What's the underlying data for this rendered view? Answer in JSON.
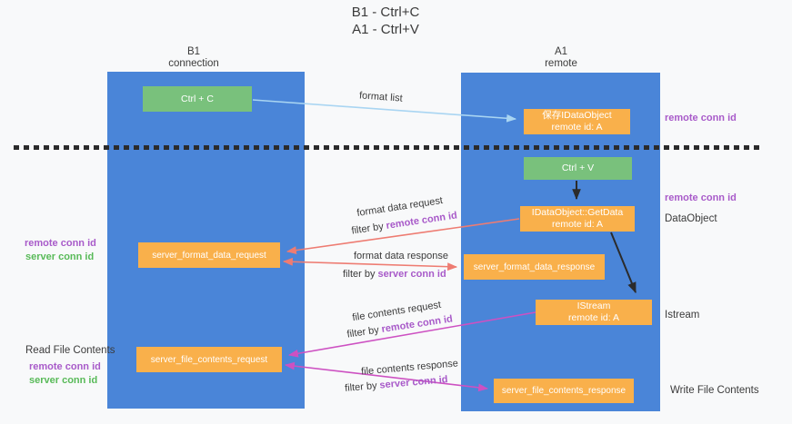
{
  "title": {
    "line1": "B1 - Ctrl+C",
    "line2": "A1 - Ctrl+V"
  },
  "columns": {
    "left": {
      "name": "B1",
      "subtitle": "connection"
    },
    "right": {
      "name": "A1",
      "subtitle": "remote"
    }
  },
  "nodes": {
    "ctrl_c": {
      "label": "Ctrl + C"
    },
    "ctrl_v": {
      "label": "Ctrl + V"
    },
    "save_idataobject": {
      "line1": "保存IDataObject",
      "line2": "remote id: A"
    },
    "getdata": {
      "line1": "IDataObject::GetData",
      "line2": "remote id: A"
    },
    "istream": {
      "line1": "IStream",
      "line2": "remote id: A"
    },
    "server_format_data_request": {
      "label": "server_format_data_request"
    },
    "server_format_data_response": {
      "label": "server_format_data_response"
    },
    "server_file_contents_request": {
      "label": "server_file_contents_request"
    },
    "server_file_contents_response": {
      "label": "server_file_contents_response"
    }
  },
  "arrow_labels": {
    "format_list": "format list",
    "format_data_request": "format data request",
    "format_data_response": "format data response",
    "file_contents_request": "file contents request",
    "file_contents_response": "file contents response",
    "filter_by": "filter by",
    "remote_conn_id": "remote conn id",
    "server_conn_id": "server conn id"
  },
  "annotations": {
    "remote_conn_id": "remote conn id",
    "server_conn_id": "server conn id",
    "read_file_contents": "Read File Contents",
    "write_file_contents": "Write File Contents",
    "dataobject": "DataObject",
    "istream": "Istream"
  },
  "colors": {
    "lane_blue": "#4a85d8",
    "node_orange": "#f9b04b",
    "node_green": "#79c17c",
    "arrow_light_blue": "#a9d5f2",
    "arrow_salmon": "#ee7c72",
    "arrow_magenta": "#cd51c2",
    "arrow_black": "#2b2b2b",
    "text_purple": "#a85ac9",
    "text_green": "#58ba58",
    "text_dark": "#3b3b3b"
  }
}
